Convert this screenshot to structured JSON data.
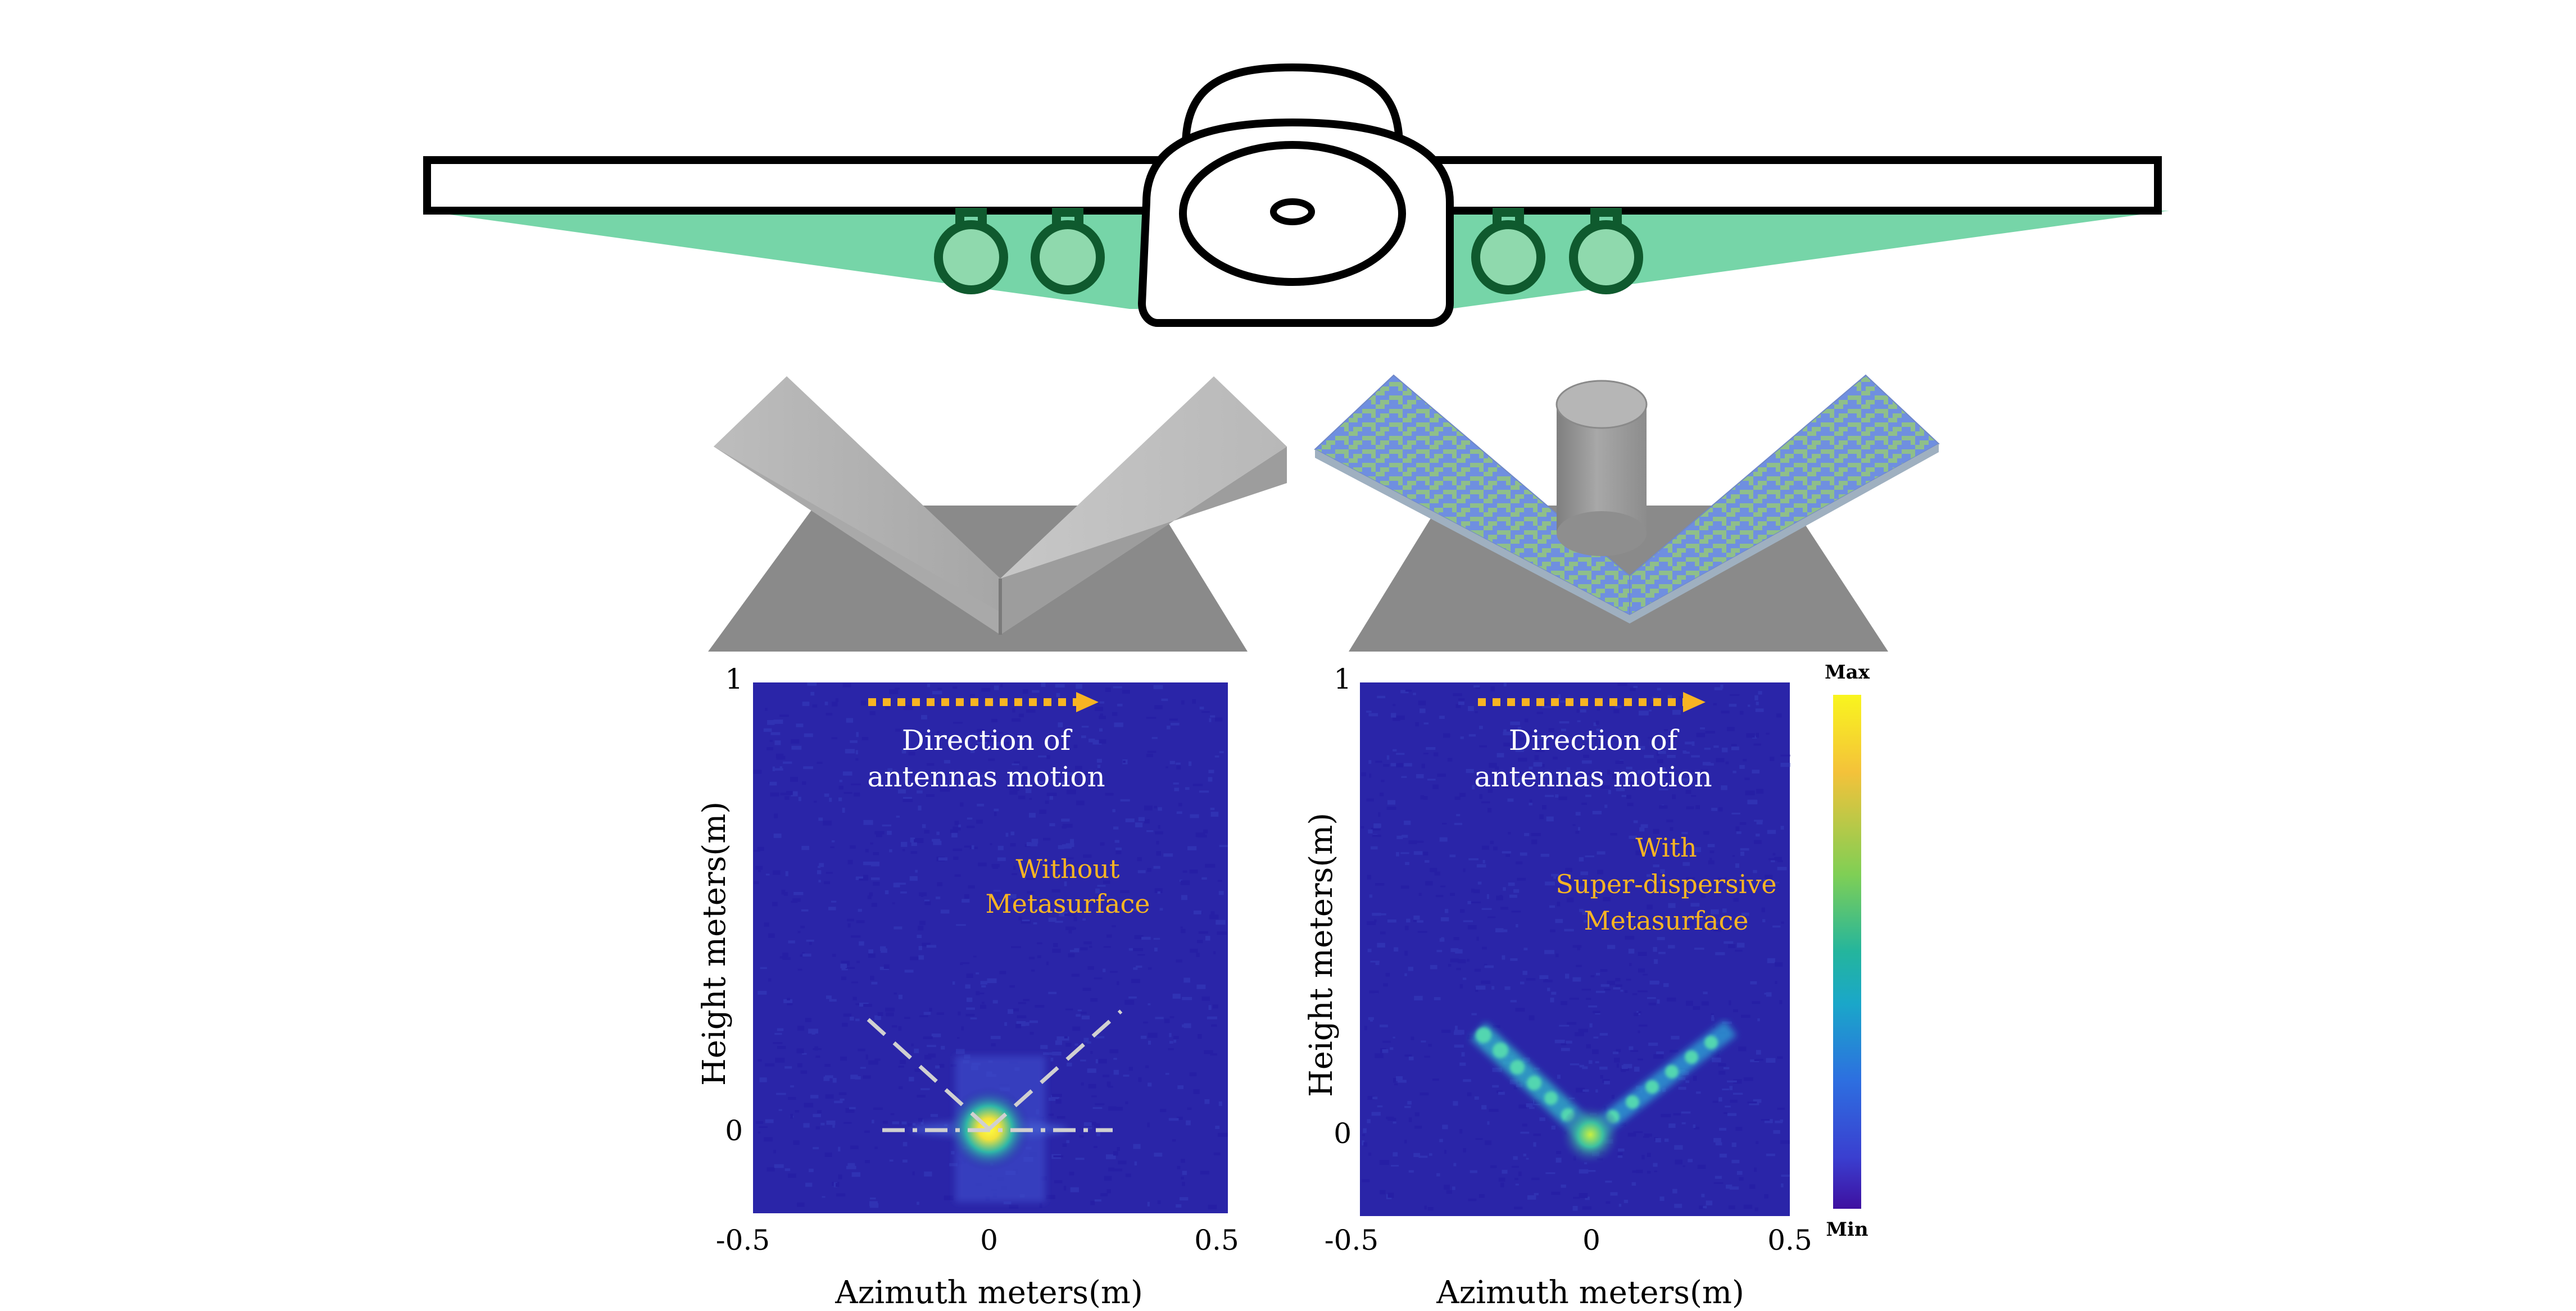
{
  "colors": {
    "plot_background": "#2a25a8",
    "beam_fill": "#6fd3a3",
    "antenna_stroke": "#0f5a2e",
    "arrow": "#f7b423",
    "annotation_orange": "#f7b423",
    "annotation_white": "#ffffff",
    "reflector_gray": "#9a9a9a",
    "metasurface_blue": "#6f8fe0",
    "metasurface_green": "#8fbf8a",
    "colorbar_max": "#f9f51e",
    "colorbar_min": "#3e10a0"
  },
  "icons": {
    "aircraft": "aircraft-antenna-platform-icon",
    "reflector": "dihedral-corner-reflector-icon",
    "reflector_metasurface": "metasurface-corner-reflector-with-cylinder-icon",
    "motion_arrow": "dotted-right-arrow-icon"
  },
  "panels": [
    {
      "id": "without",
      "annotation_motion_1": "Direction of",
      "annotation_motion_2": "antennas motion",
      "annotation_case_1": "Without",
      "annotation_case_2": "Metasurface",
      "annotation_case_3": "",
      "y_top_label": "1",
      "y_zero_label": "0",
      "x_left_label": "-0.5",
      "x_mid_label": "0",
      "x_right_label": "0.5",
      "ylabel": "Height meters(m)",
      "xlabel": "Azimuth meters(m)"
    },
    {
      "id": "with",
      "annotation_motion_1": "Direction of",
      "annotation_motion_2": "antennas motion",
      "annotation_case_1": "With",
      "annotation_case_2": "Super-dispersive",
      "annotation_case_3": "Metasurface",
      "y_top_label": "1",
      "y_zero_label": "0",
      "x_left_label": "-0.5",
      "x_mid_label": "0",
      "x_right_label": "0.5",
      "ylabel": "Height meters(m)",
      "xlabel": "Azimuth meters(m)"
    }
  ],
  "colorbar": {
    "max_label": "Max",
    "min_label": "Min"
  }
}
